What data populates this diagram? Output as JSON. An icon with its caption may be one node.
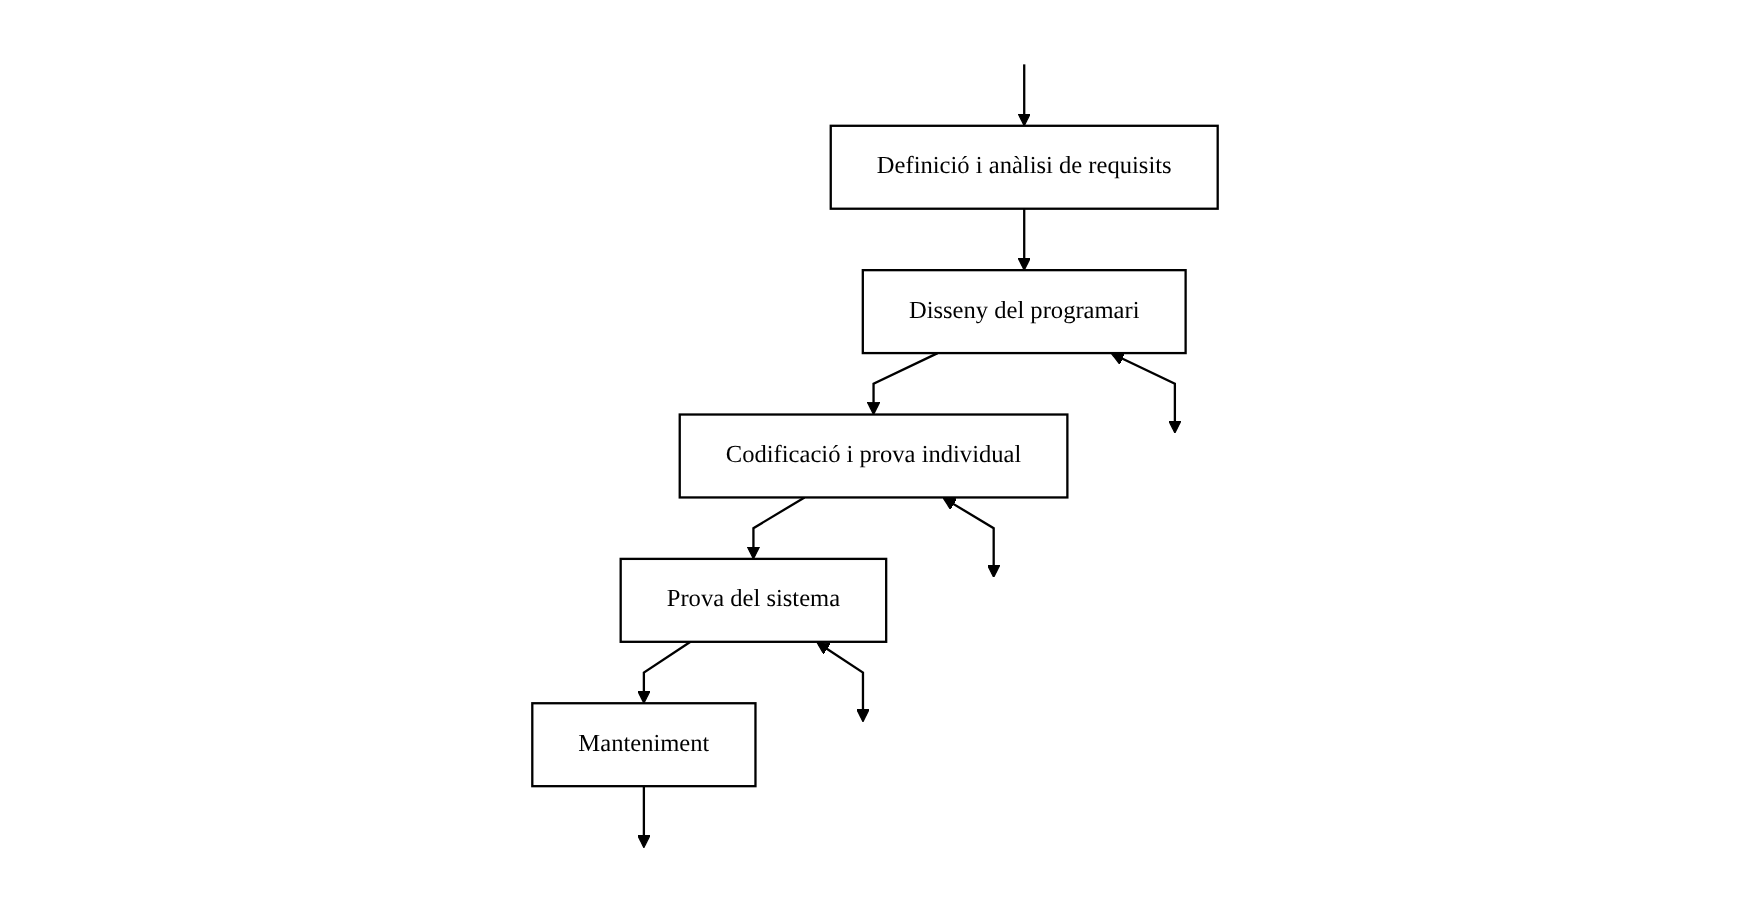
{
  "diagram": {
    "nodes": [
      {
        "text": [
          "Definició i anàlisi de requisits"
        ]
      },
      {
        "text": [
          "Disseny del programari"
        ]
      },
      {
        "text": [
          "Codificació i prova individual"
        ]
      },
      {
        "text": [
          "Prova del sistema"
        ]
      },
      {
        "text": [
          "Manteniment"
        ]
      }
    ],
    "edges": [
      {
        "from": 0,
        "to": 1,
        "arrow": "to"
      },
      {
        "from": 1,
        "to": 2,
        "arrow": "to"
      },
      {
        "from": 2,
        "to": 3,
        "arrow": "to"
      },
      {
        "from": 3,
        "to": 4,
        "arrow": "to"
      },
      {
        "from": null,
        "to": 0,
        "arrow": "to"
      },
      {
        "from": 1,
        "to": null,
        "arrow": "both"
      },
      {
        "from": 2,
        "to": null,
        "arrow": "both"
      },
      {
        "from": 3,
        "to": null,
        "arrow": "both"
      },
      {
        "from": 4,
        "to": null,
        "arrow": "to"
      }
    ]
  }
}
